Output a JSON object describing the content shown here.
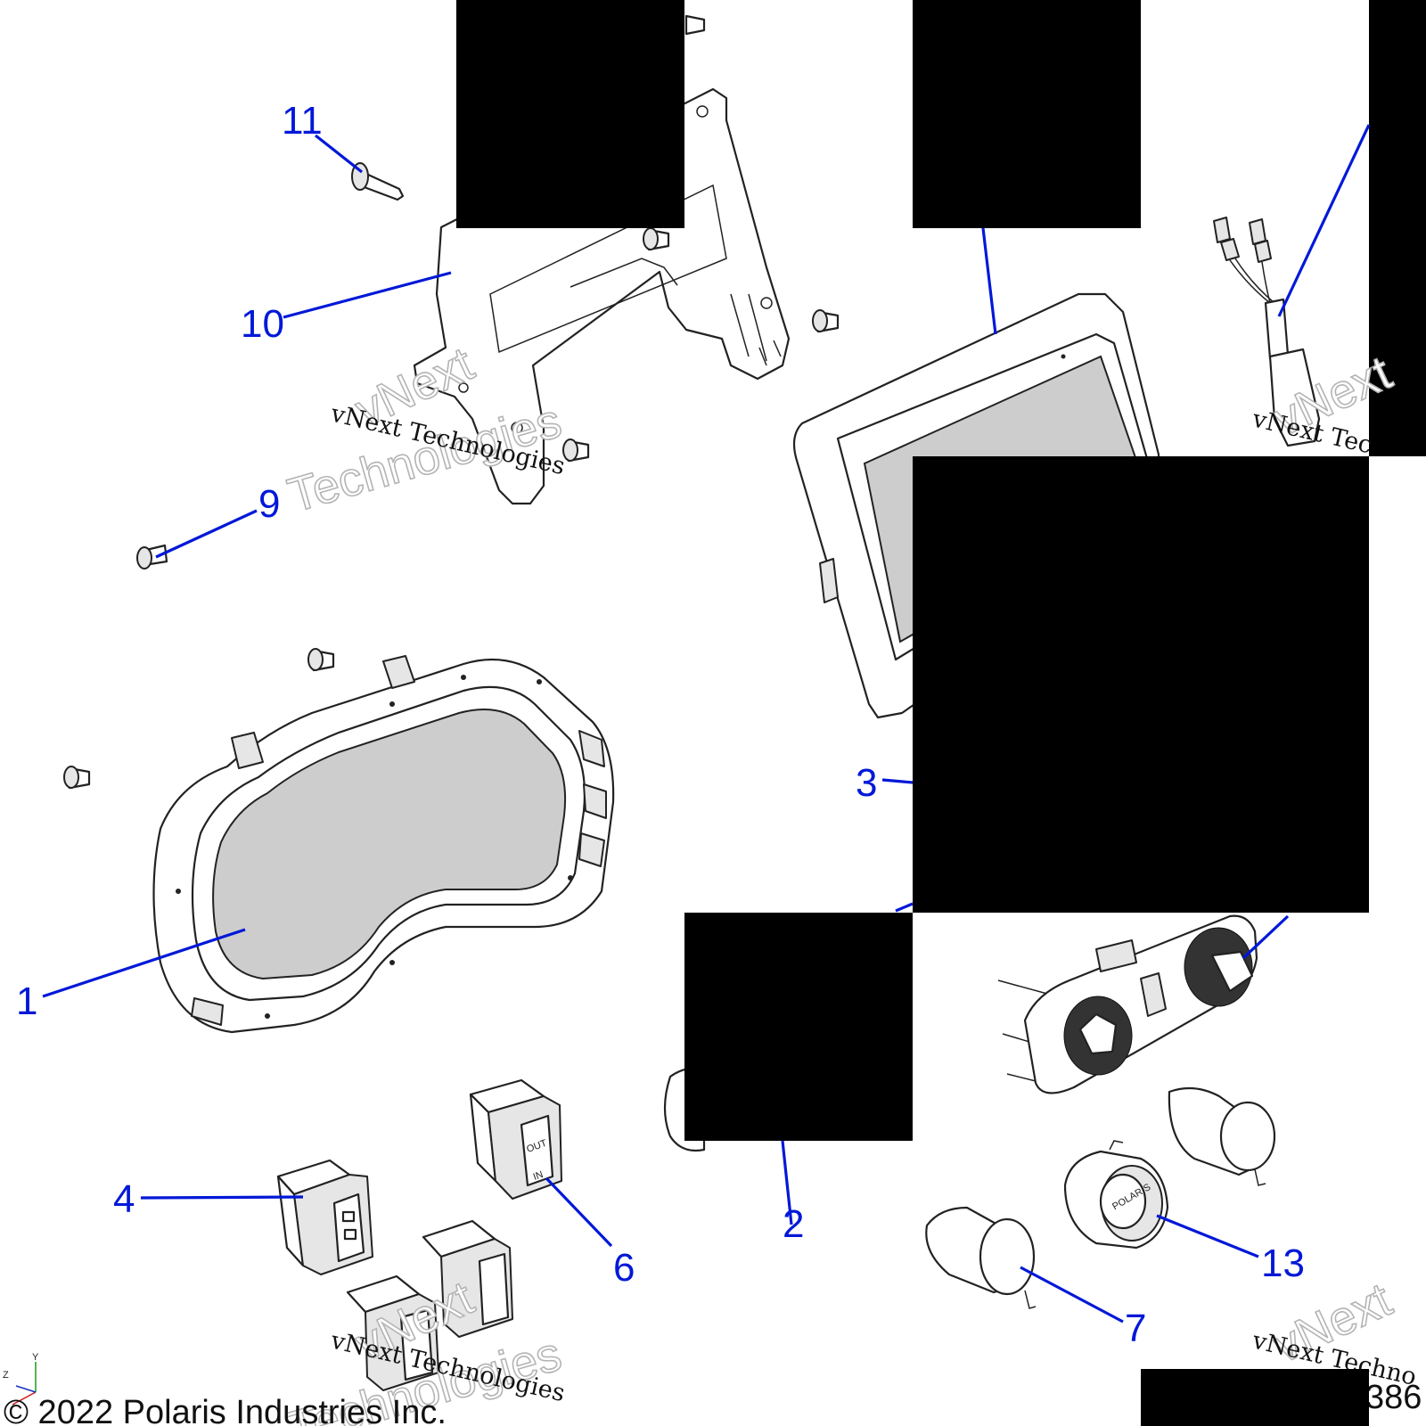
{
  "callouts": [
    {
      "id": "1",
      "label": "1"
    },
    {
      "id": "2",
      "label": "2"
    },
    {
      "id": "3",
      "label": "3"
    },
    {
      "id": "4",
      "label": "4"
    },
    {
      "id": "6",
      "label": "6"
    },
    {
      "id": "7",
      "label": "7"
    },
    {
      "id": "9",
      "label": "9"
    },
    {
      "id": "10",
      "label": "10"
    },
    {
      "id": "11",
      "label": "11"
    },
    {
      "id": "13",
      "label": "13"
    }
  ],
  "watermarks": [
    {
      "line1": "vNext",
      "line2": "Technologies",
      "caption": "vNext Technologies"
    },
    {
      "line1": "vNext",
      "line2": "Technologies",
      "caption": "vNext Technologies"
    },
    {
      "line1": "vNext",
      "caption": "vNext Tec"
    },
    {
      "line1": "vNext",
      "caption": "vNext Techno"
    }
  ],
  "switch_labels": {
    "out": "OUT",
    "in": "IN"
  },
  "plug_brand": "POLARIS",
  "axis_labels": {
    "z": "Z",
    "y": "Y"
  },
  "copyright": "© 2022 Polaris Industries Inc.",
  "figure_number": "386",
  "colors": {
    "callout": "#0018d8",
    "redaction": "#000000",
    "screen": "#cdcdcd"
  }
}
